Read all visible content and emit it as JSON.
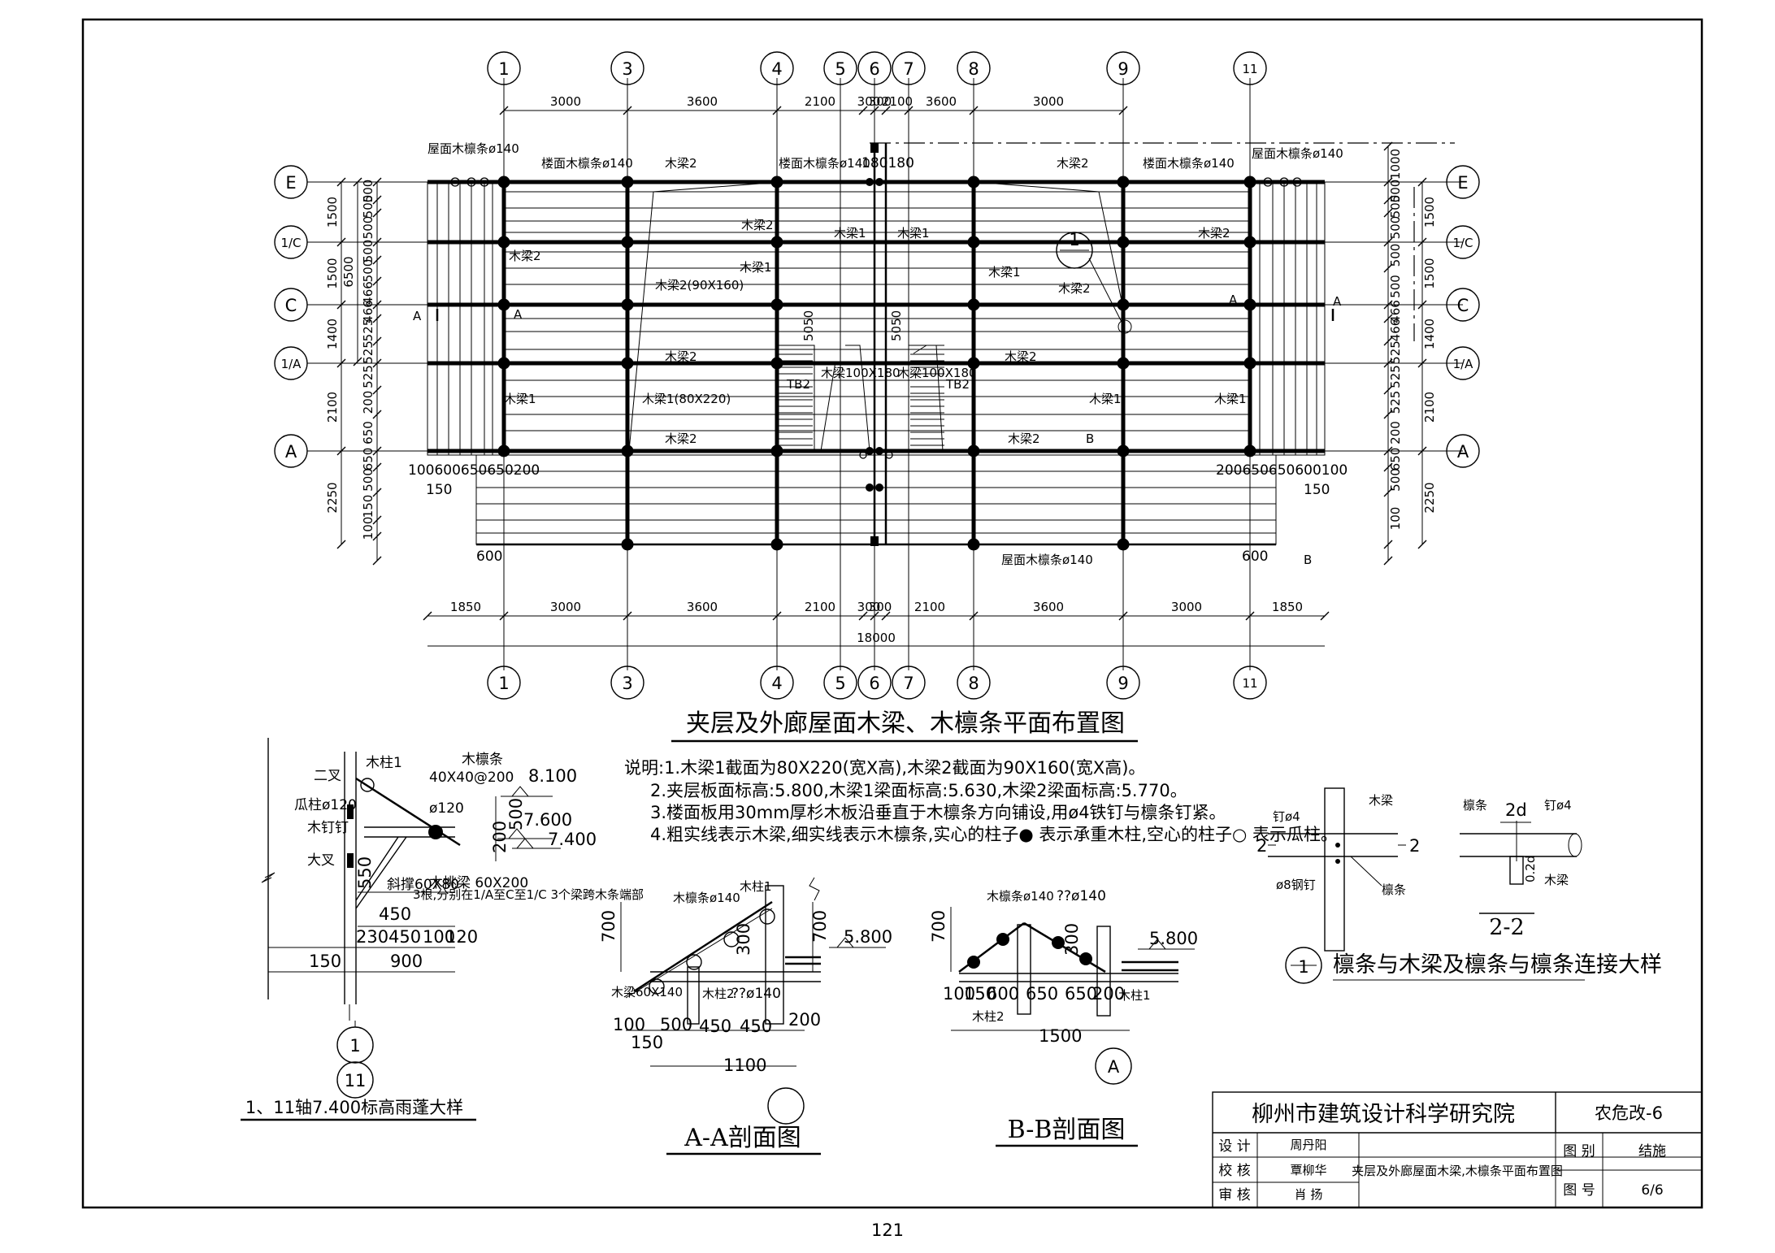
{
  "axes_top": [
    "1",
    "3",
    "4",
    "5",
    "6",
    "7",
    "8",
    "9",
    "11"
  ],
  "axes_bottom": [
    "1",
    "3",
    "4",
    "5",
    "6",
    "7",
    "8",
    "9",
    "11"
  ],
  "axes_rows": [
    "E",
    "1/C",
    "C",
    "1/A",
    "A"
  ],
  "dims_top": [
    "3000",
    "3600",
    "2100",
    "300",
    "300",
    "2100",
    "3600",
    "3000"
  ],
  "dims_bottom": [
    "1850",
    "3000",
    "3600",
    "2100",
    "300",
    "300",
    "2100",
    "3600",
    "3000",
    "1850"
  ],
  "total_width": "18000",
  "dims_left_outer": [
    "1500",
    "1500",
    "1400",
    "2100",
    "2250"
  ],
  "total_height_left": "6500",
  "dims_left_inner": [
    "500",
    "500",
    "500",
    "500",
    "500",
    "466",
    "466",
    "525",
    "525",
    "525",
    "200",
    "650",
    "650",
    "500",
    "150",
    "100"
  ],
  "dims_right_outer": [
    "1500",
    "1500",
    "1400",
    "2100",
    "2250"
  ],
  "dims_right_inner": [
    "1000",
    "500",
    "500",
    "500",
    "500",
    "500",
    "466",
    "466",
    "525",
    "525",
    "525",
    "200",
    "650",
    "500",
    "100"
  ],
  "plan_labels": {
    "roof_purlin_l": "屋面木檩条ø140",
    "floor_purlin_l": "楼面木檩条ø140",
    "floor_purlin_c": "楼面木檩条ø140",
    "val_180_180": "180180",
    "floor_purlin_r": "楼面木檩条ø140",
    "roof_purlin_r": "屋面木檩条ø140",
    "beam2_a": "木梁2",
    "beam2_b": "木梁2",
    "beam2_c": "木梁2",
    "beam2_d": "木梁2",
    "beam2_e": "木梁2",
    "beam2_f": "木梁2",
    "beam2_g": "木梁2",
    "beam2_h": "木梁2",
    "beam2_i": "木梁2",
    "beam2_j": "木梁2",
    "beam2_size": "木梁2(90X160)",
    "beam1_a": "木梁1",
    "beam1_b": "木梁1",
    "beam1_c": "木梁1",
    "beam1_d": "木梁1",
    "beam1_e": "木梁1",
    "beam1_f": "木梁1",
    "beam1_g": "木梁1",
    "beam1_size": "木梁1(80X220)",
    "beam_100x180_l": "木梁100X180",
    "beam_100x180_r": "木梁100X180",
    "tb2_l": "TB2",
    "tb2_r": "TB2",
    "v5050_l": "5050",
    "v5050_r": "5050",
    "sec_A_l": "A",
    "sec_A_l2": "A",
    "sec_A_r": "A",
    "sec_A_r2": "A",
    "sec_B": "B",
    "sec_B2": "B",
    "roof_purlin_bottom": "屋面木檩条ø140",
    "detail_ref": "1",
    "bot_left_dims": "100600650650200",
    "bot_right_dims": "200650650600100",
    "v150_l": "150",
    "v150_r": "150",
    "v600_l": "600",
    "v600_r": "600"
  },
  "plan_title": "夹层及外廊屋面木梁、木檩条平面布置图",
  "notes": [
    "说明:1.木梁1截面为80X220(宽X高),木梁2截面为90X160(宽X高)。",
    "2.夹层板面标高:5.800,木梁1梁面标高:5.630,木梁2梁面标高:5.770。",
    "3.楼面板用30mm厚杉木板沿垂直于木檩条方向铺设,用ø4铁钉与檩条钉紧。",
    "4.粗实线表示木梁,细实线表示木檩条,实心的柱子● 表示承重木柱,空心的柱子○ 表示瓜柱。"
  ],
  "canopy_detail": {
    "labels": [
      "木柱1",
      "二叉",
      "瓜柱ø120",
      "木钉钉",
      "大叉",
      "木檩条",
      "40X40@200",
      "ø120",
      "木挑梁 60X200",
      "斜撑60X80",
      "3根,分别在1/A至C至1/C 3个梁跨木条端部"
    ],
    "elevations": [
      "8.100",
      "7.600",
      "7.400"
    ],
    "dims": [
      "200",
      "500",
      "550",
      "450",
      "230",
      "450",
      "100",
      "120",
      "150",
      "900"
    ],
    "axis_1": "1",
    "axis_11": "11",
    "title": "1、11轴7.400标高雨蓬大样"
  },
  "aa_section": {
    "labels": [
      "木檩条ø140",
      "木柱1",
      "木梁60X140",
      "木柱2",
      "??ø140"
    ],
    "elevation": "5.800",
    "dims": [
      "700",
      "300",
      "700",
      "100",
      "500",
      "450",
      "450",
      "200",
      "150",
      "1100"
    ],
    "title": "A-A剖面图"
  },
  "bb_section": {
    "labels": [
      "木檩条ø140",
      "??ø140",
      "木柱1",
      "木柱2"
    ],
    "elevation": "5.800",
    "dims": [
      "700",
      "300",
      "100",
      "150",
      "600",
      "650",
      "650",
      "200",
      "1500"
    ],
    "axis": "A",
    "title": "B-B剖面图"
  },
  "connection_detail": {
    "labels": [
      "木梁",
      "钉ø4",
      "ø8钢钉",
      "檩条",
      "檩条",
      "2d",
      "钉ø4",
      "木梁",
      "0.2d"
    ],
    "cut_marks": [
      "2",
      "2"
    ],
    "section_label": "2-2",
    "detail_no": "1",
    "title": "檩条与木梁及檩条与檩条连接大样"
  },
  "title_block": {
    "institute": "柳州市建筑设计科学研究院",
    "project": "农危改-6",
    "row_labels": [
      "设 计",
      "校 核",
      "审 核"
    ],
    "names": [
      "周丹阳",
      "覃柳华",
      "肖 扬"
    ],
    "drawing_name": "夹层及外廊屋面木梁,木檩条平面布置图",
    "cat_label": "图 别",
    "cat_value": "结施",
    "no_label": "图 号",
    "no_value": "6/6"
  },
  "page_number": "121"
}
